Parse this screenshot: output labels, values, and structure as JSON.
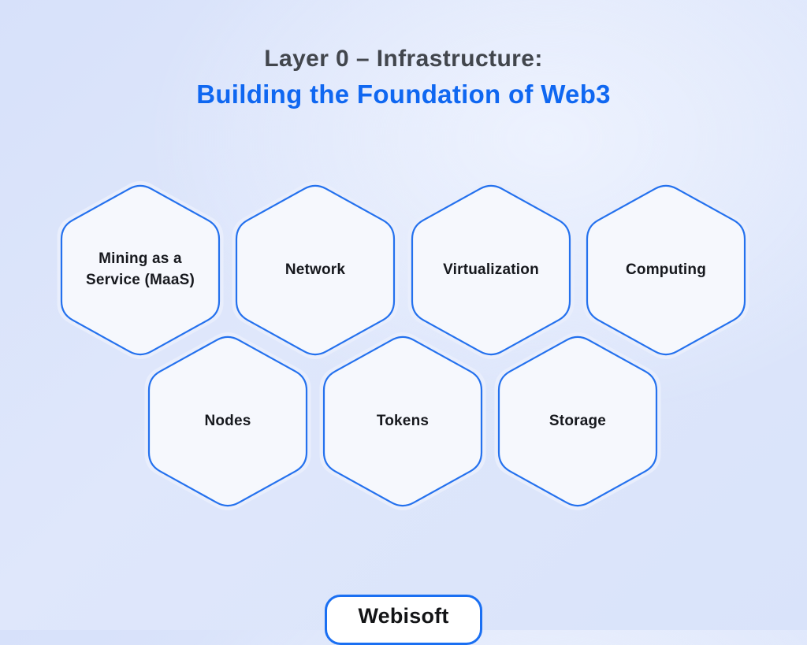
{
  "title": {
    "line1": "Layer 0 – Infrastructure:",
    "line2": "Building the Foundation of Web3"
  },
  "hexagons": [
    {
      "id": "mining-maas",
      "label": "Mining as a Service (MaaS)"
    },
    {
      "id": "network",
      "label": "Network"
    },
    {
      "id": "virtualization",
      "label": "Virtualization"
    },
    {
      "id": "computing",
      "label": "Computing"
    },
    {
      "id": "nodes",
      "label": "Nodes"
    },
    {
      "id": "tokens",
      "label": "Tokens"
    },
    {
      "id": "storage",
      "label": "Storage"
    }
  ],
  "footer": {
    "brand": "Webisoft"
  },
  "colors": {
    "background": "#dbe4fb",
    "title_primary": "#42464d",
    "title_accent": "#0f67f1",
    "hexagon_border": "#2471ee",
    "hexagon_fill": "#f6f8fd",
    "hexagon_shadow": "#e9eefc",
    "label_text": "#16181d",
    "badge_border": "#1a6ff2",
    "badge_fill": "#ffffff"
  }
}
